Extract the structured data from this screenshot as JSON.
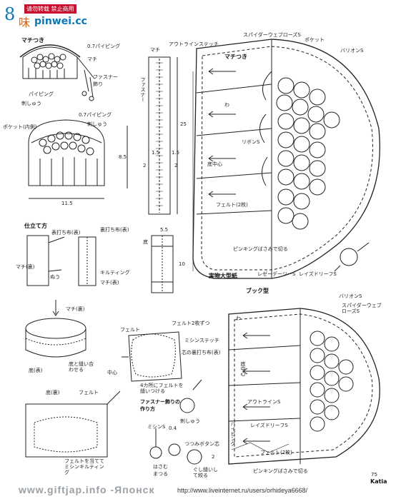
{
  "watermark": {
    "logo_glyph_8": "8",
    "logo_glyph_mi": "味",
    "tag": "请勿转载  禁止商用",
    "site": "pinwei.cc"
  },
  "top_left": {
    "section": "マチつき",
    "labels": {
      "piping_07": "0.7パイピング",
      "machi": "マチ",
      "fastener": "ファスナー",
      "fastener_kazari": "飾り",
      "piping": "パイピング",
      "shishu": "刺しゅう",
      "piping_07b": "0.7パイピング",
      "shishu_b": "刺しゅう",
      "pocket_inner": "ポケット(内側)",
      "dim_85": "8.5",
      "dim_115": "11.5"
    }
  },
  "zipper_strip": {
    "top_label_machi": "マチ",
    "top_label_outline": "アウトラインステッチ",
    "fastener": "ファスナー",
    "dims": [
      "1.5",
      "2",
      "2",
      "1.5"
    ],
    "dim_25": "25"
  },
  "main_pattern": {
    "title_machi": "マチつき",
    "labels": {
      "spider_web_rose": "スパイダーウェブローズS",
      "pocket": "ポケット",
      "bullion": "バリオンS",
      "ribbon": "リボンS",
      "wa": "わ",
      "soko_chushin": "底中心",
      "felt_2": "フェルト(2枚)",
      "piping_nuishiro": "ピンキングばさみで切る",
      "lazy_daisy": "レゼーデージーS",
      "lazy_leaf": "レイズドリーフS",
      "jitsubutsu": "実物大型紙",
      "book_type": "ブック型"
    }
  },
  "assembly": {
    "title": "仕立て方",
    "labels": {
      "omote_machi": "表打ち布(表)",
      "ura_machi": "裏打ち布(表)",
      "machi_ura": "マチ(裏)",
      "kilting": "キルティング",
      "machi_omote": "マチ(表)",
      "tomo_nuu": "ぬう",
      "dim_55": "5.5",
      "dim_10": "10",
      "bottom": "底"
    }
  },
  "lower_left": {
    "labels": {
      "machi_ura": "マチ(裏)",
      "soko_ura": "底(表)",
      "soko_awase": "底と縫い合わせる",
      "felt": "フェルト",
      "felt_2mai": "フェルト2枚ずつ",
      "mishin": "ミシンステッチ",
      "kabe_ura": "芯の裏打ち布(表)",
      "naka": "中心",
      "felt_hatsu": "4カ所にフェルトを縫いつける",
      "soko_omote": "底(裏)",
      "felt_b": "フェルト",
      "felt_sage": "フェルトを当てて ミシンキルティング",
      "fastener_title": "ファスナー飾りの作り方",
      "shishu": "刺しゅう",
      "tsutsumi_button": "つつみボタン芯",
      "hasami": "はさむ",
      "maruru": "まつる",
      "guru": "ぐし縫いして絞る",
      "mishin_b": "ミシンS",
      "dim_04": "0.4",
      "dim_2": "2"
    }
  },
  "book_pattern": {
    "labels": {
      "bullion": "バリオンS",
      "spider_web": "スパイダーウェブローズS",
      "wa": "わ",
      "soko_chushin": "底中心",
      "outline": "アウトラインS",
      "lazy_leaf": "レイズドリーフS",
      "felt_2": "フェルト(2枚)",
      "piping_cut": "ピンキングばさみで切る",
      "piping_side": "パイピング"
    }
  },
  "page_number": "75",
  "brand": "Katia",
  "footer": {
    "left": "www.giftjap.info -Японск",
    "right": "http://www.liveinternet.ru/users/orhideya6668/"
  }
}
